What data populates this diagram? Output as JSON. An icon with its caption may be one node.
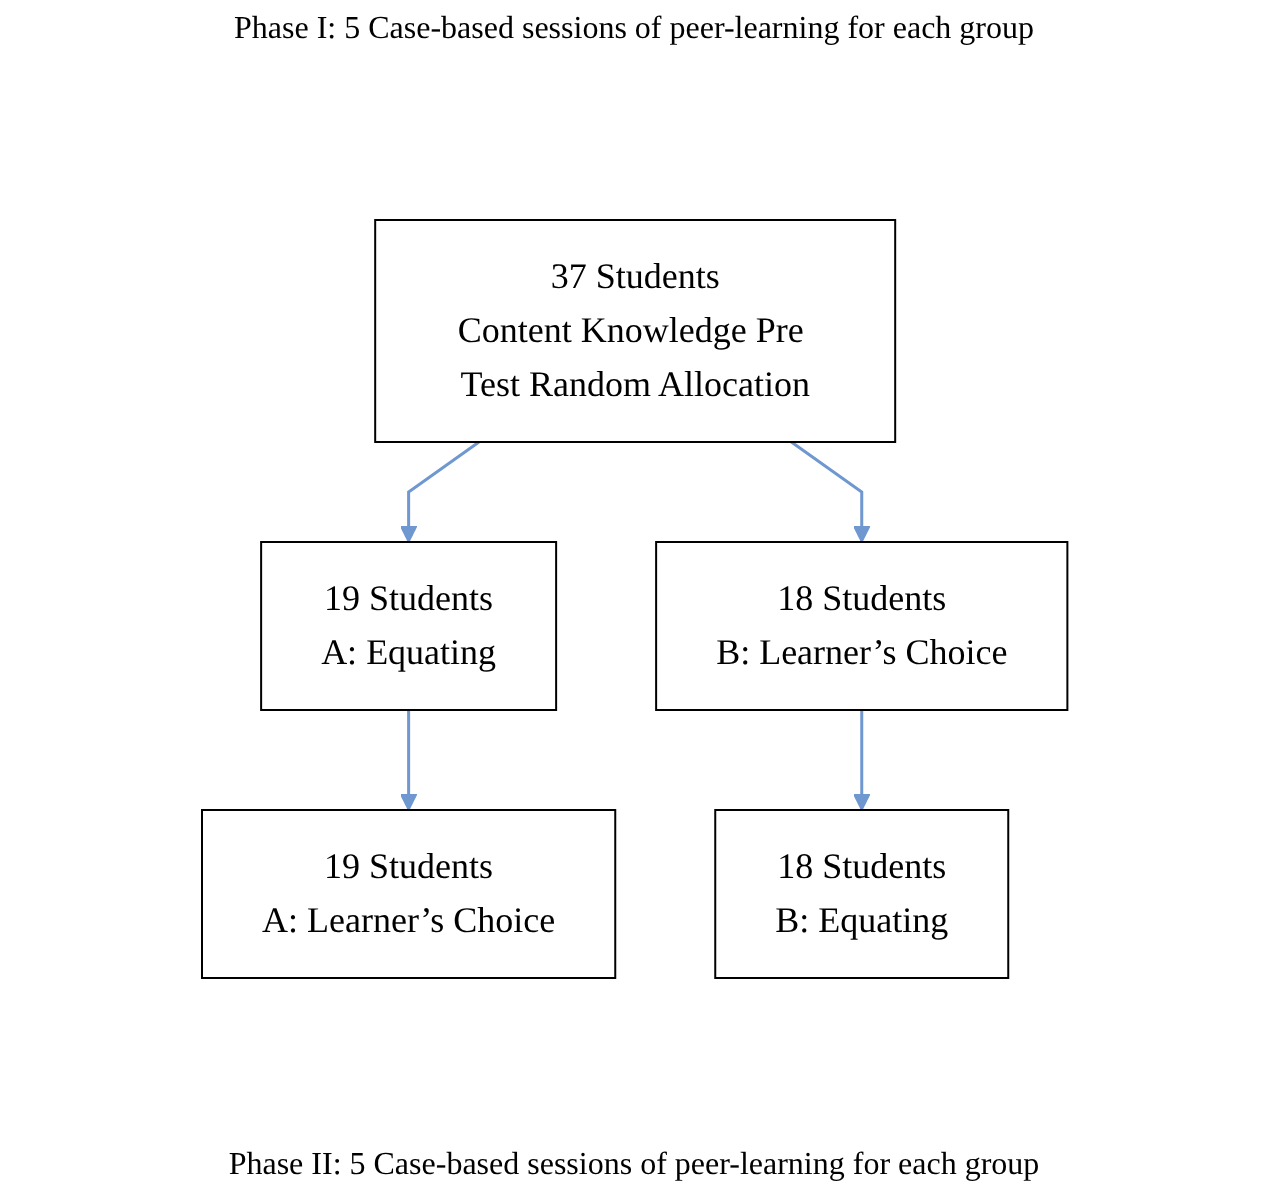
{
  "diagram": {
    "nodes": [
      {
        "text": [
          "37 Students",
          "Content Knowledge Pre Test Random Allocation"
        ]
      },
      {
        "text": [
          "19 Students",
          "A: Equating"
        ]
      },
      {
        "text": [
          "18 Students",
          "B: Learner’s Choice"
        ]
      },
      {
        "text": [
          "18 Students",
          "B: Equating"
        ]
      },
      {
        "text": [
          "19 Students",
          "A: Learner’s Choice"
        ]
      }
    ],
    "edges": [
      {
        "from": 0,
        "to": 1,
        "arrow": "to"
      },
      {
        "from": 0,
        "to": 2,
        "arrow": "to"
      },
      {
        "from": 2,
        "to": 3,
        "arrow": "to"
      },
      {
        "from": 1,
        "to": 4,
        "arrow": "to"
      }
    ],
    "labels": [
      "Phase I: 5 Case-based sessions of peer-learning for each group",
      "Phase II: 5 Case-based sessions of peer-learning for each group"
    ]
  }
}
